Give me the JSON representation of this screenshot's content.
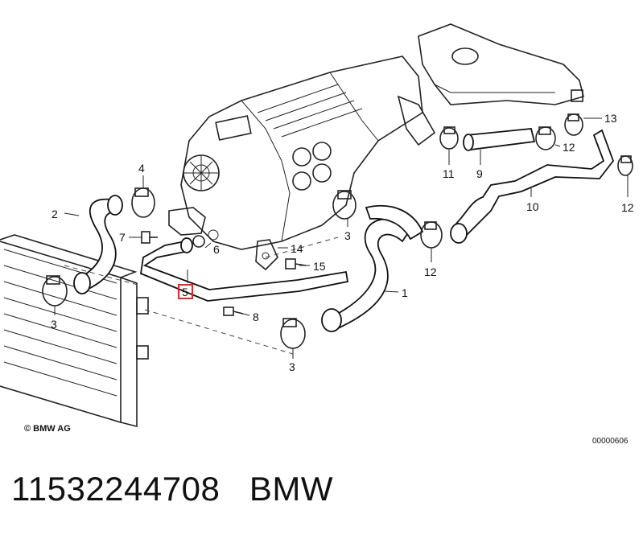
{
  "labels": {
    "p1": "1",
    "p2": "2",
    "p3a": "3",
    "p3b": "3",
    "p3c": "3",
    "p4": "4",
    "p5": "5",
    "p6": "6",
    "p7": "7",
    "p8": "8",
    "p9": "9",
    "p10": "10",
    "p11": "11",
    "p12a": "12",
    "p12b": "12",
    "p12c": "12",
    "p13": "13",
    "p14": "14",
    "p15": "15"
  },
  "highlighted_part": "5",
  "highlight_color": "#e0282d",
  "copyright": "© BMW AG",
  "drawing_number": "00000606",
  "caption": {
    "part_number": "11532244708",
    "brand": "BMW"
  }
}
